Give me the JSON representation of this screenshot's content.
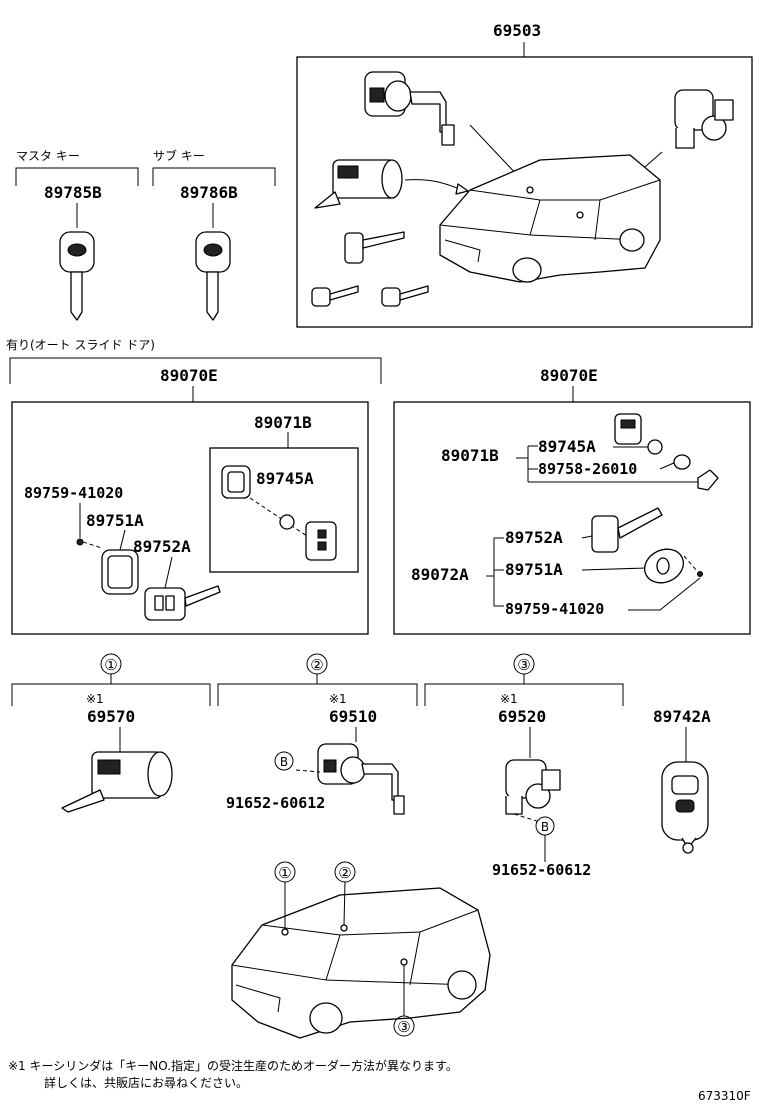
{
  "parts": {
    "lock_set_top": "69503",
    "master_key_label": "マスタ キー",
    "master_key": "89785B",
    "sub_key_label": "サブ キー",
    "sub_key": "89786B",
    "auto_slide_label": "有り(オート スライド ドア)",
    "transmitter_left": "89070E",
    "transmitter_right": "89070E",
    "case_left": "89071B",
    "battery_left": "89745A",
    "screw_left": "89759-41020",
    "cover_left": "89751A",
    "key_plate_left": "89752A",
    "case_right": "89071B",
    "battery_right": "89745A",
    "spacer_right": "89758-26010",
    "plate_right": "89072A",
    "key_plate_right": "89752A",
    "cover_right": "89751A",
    "screw_right": "89759-41020",
    "group1_num": "①",
    "group2_num": "②",
    "group3_num": "③",
    "note1": "※1",
    "note2": "※1",
    "note3": "※1",
    "ignition_cyl": "69570",
    "door_cyl_front": "69510",
    "door_cyl_rear": "69520",
    "fob": "89742A",
    "bolt_label_a": "B",
    "bolt_label_b": "B",
    "bolt_a": "91652-60612",
    "bolt_b": "91652-60612",
    "car_callout_1": "①",
    "car_callout_2": "②",
    "car_callout_3": "③"
  },
  "footnote": {
    "line1": "※1 キーシリンダは「キーNO.指定」の受注生産のためオーダー方法が異なります。",
    "line2": "詳しくは、共販店にお尋ねください。"
  },
  "figure_id": "673310F"
}
